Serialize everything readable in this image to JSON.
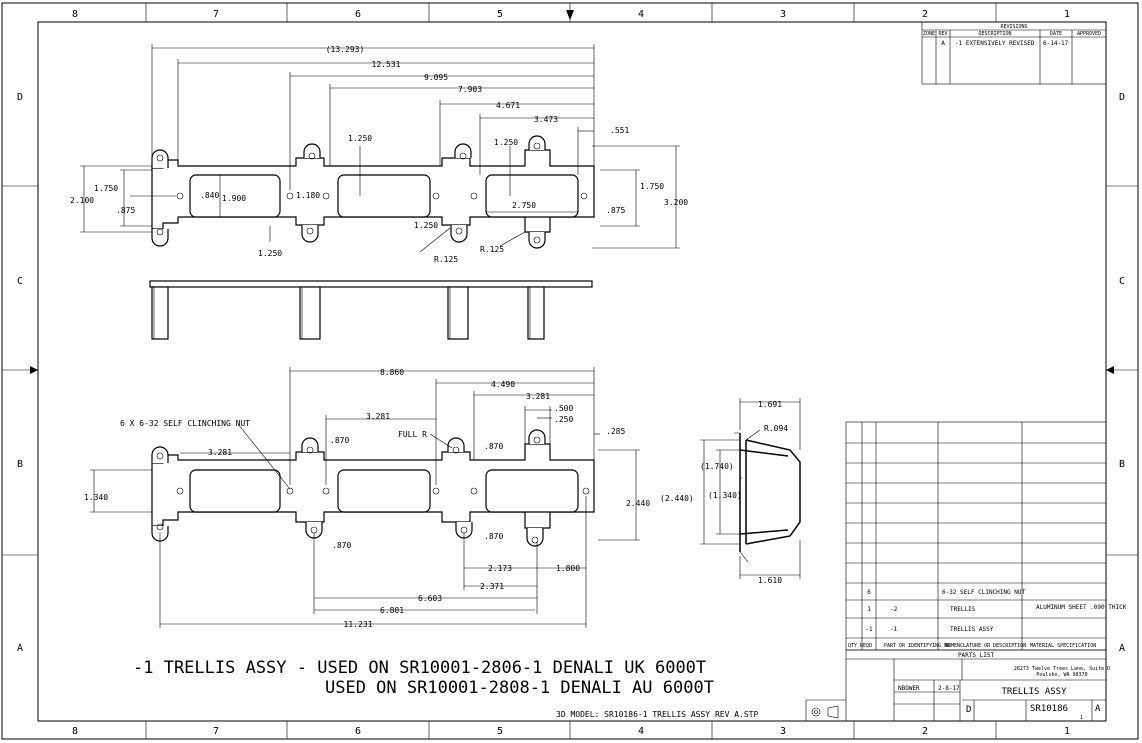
{
  "zones": {
    "columns": [
      "8",
      "7",
      "6",
      "5",
      "4",
      "3",
      "2",
      "1"
    ],
    "rows": [
      "D",
      "C",
      "B",
      "A"
    ]
  },
  "revisions": {
    "title": "REVISIONS",
    "headers": [
      "ZONE",
      "REV",
      "DESCRIPTION",
      "DATE",
      "APPROVED"
    ],
    "row": {
      "zone": "",
      "rev": "A",
      "description": "-1 EXTENSIVELY REVISED",
      "date": "6-14-17",
      "approved": ""
    }
  },
  "top_view_dims": [
    "(13.293)",
    "12.531",
    "9.095",
    "7.903",
    "4.671",
    "3.473",
    ".551",
    "1.250",
    "1.250",
    "1.750",
    "2.100",
    ".875",
    ".840",
    "1.900",
    "1.180",
    "2.750",
    ".875",
    "1.750",
    "3.200",
    "1.250",
    "1.250",
    "R.125",
    "R.125"
  ],
  "bottom_view_dims": [
    "8.860",
    "4.490",
    "3.281",
    "3.281",
    "3.281",
    ".500",
    ".250",
    ".285",
    ".870",
    ".870",
    ".870",
    ".870",
    "1.340",
    "2.440",
    "2.173",
    "2.371",
    "1.800",
    "6.603",
    "6.801",
    "11.231"
  ],
  "callouts": {
    "nut": "6 X 6-32 SELF CLINCHING NUT",
    "full_r": "FULL R"
  },
  "side_view_dims": [
    "1.691",
    "R.094",
    "(1.740)",
    "(2.440)",
    "(1.340)",
    "1.610"
  ],
  "notes": {
    "line1": "-1 TRELLIS ASSY - USED ON SR10001-2806-1 DENALI UK 6000T",
    "line2": "USED ON SR10001-2808-1 DENALI AU 6000T",
    "model": "3D MODEL: SR10186-1 TRELLIS ASSY REV A.STP"
  },
  "parts_list": {
    "title": "PARTS LIST",
    "rows": [
      {
        "item": "",
        "qty": "6",
        "pn": "",
        "desc": "6-32 SELF CLINCHING NUT",
        "material": ""
      },
      {
        "item": "1",
        "qty": "-2",
        "pn": "",
        "desc": "TRELLIS",
        "material": "ALUMINUM SHEET .090 THICK"
      },
      {
        "item": "",
        "qty": "-1",
        "pn": "-1",
        "desc": "TRELLIS ASSY",
        "material": ""
      }
    ],
    "header": {
      "item": "QTY REQD",
      "pn": "PART OR IDENTIFYING NO",
      "desc": "NOMENCLATURE OR DESCRIPTION",
      "material": "MATERIAL SPECIFICATION"
    }
  },
  "title_block": {
    "company_address_1": "26273 Twelve Trees Lane, Suite D",
    "company_address_2": "Poulsbo, WA 98370",
    "drawn_by": "NBOWER",
    "drawn_date": "2-8-17",
    "title": "TRELLIS ASSY",
    "size": "D",
    "dwg_no": "SR10186",
    "rev": "A",
    "sheet": "1"
  }
}
